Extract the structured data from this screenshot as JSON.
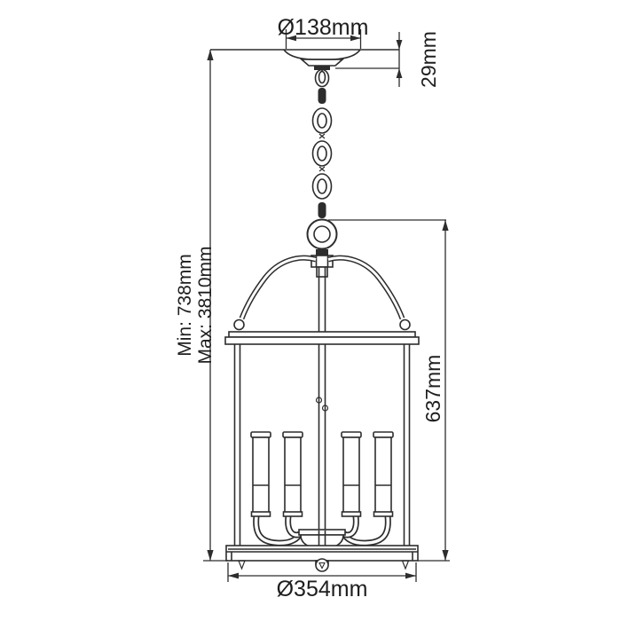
{
  "labels": {
    "canopy_diameter": "Ø138mm",
    "canopy_drop": "29mm",
    "min_drop": "Min: 738mm",
    "max_drop": "Max: 3810mm",
    "body_height": "637mm",
    "body_diameter": "Ø354mm"
  },
  "colors": {
    "line": "#2d2d2d",
    "text": "#1e1e1e",
    "background": "#ffffff"
  }
}
